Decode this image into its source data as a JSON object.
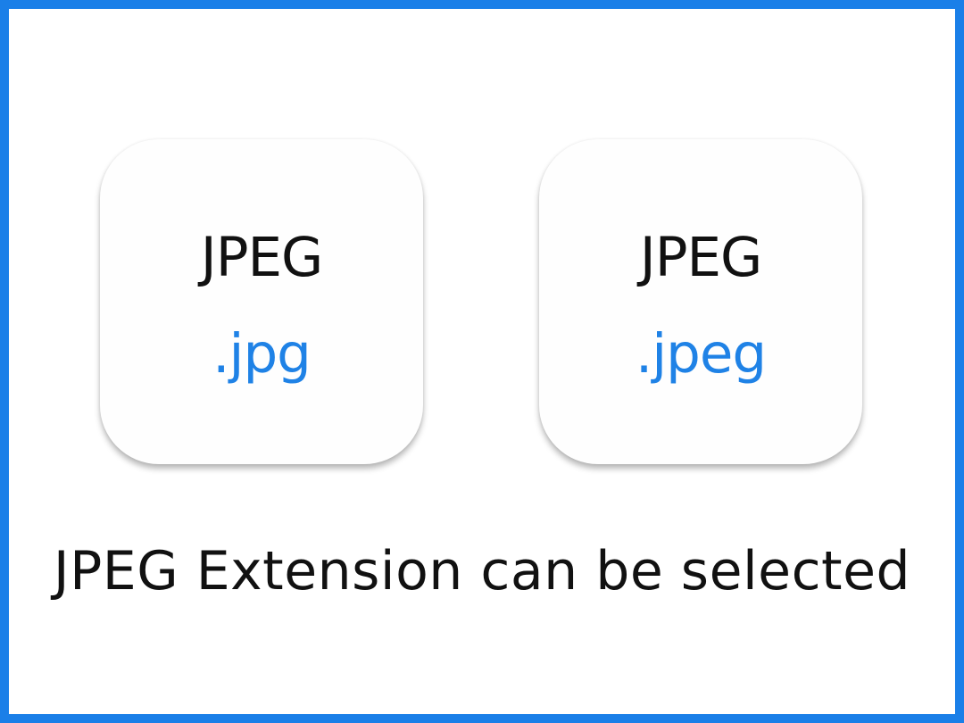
{
  "cards": [
    {
      "title": "JPEG",
      "extension": ".jpg"
    },
    {
      "title": "JPEG",
      "extension": ".jpeg"
    }
  ],
  "caption": "JPEG Extension can be selected",
  "colors": {
    "border": "#1a7fe8",
    "extension_text": "#1f82e6",
    "text": "#111111",
    "background": "#ffffff"
  }
}
